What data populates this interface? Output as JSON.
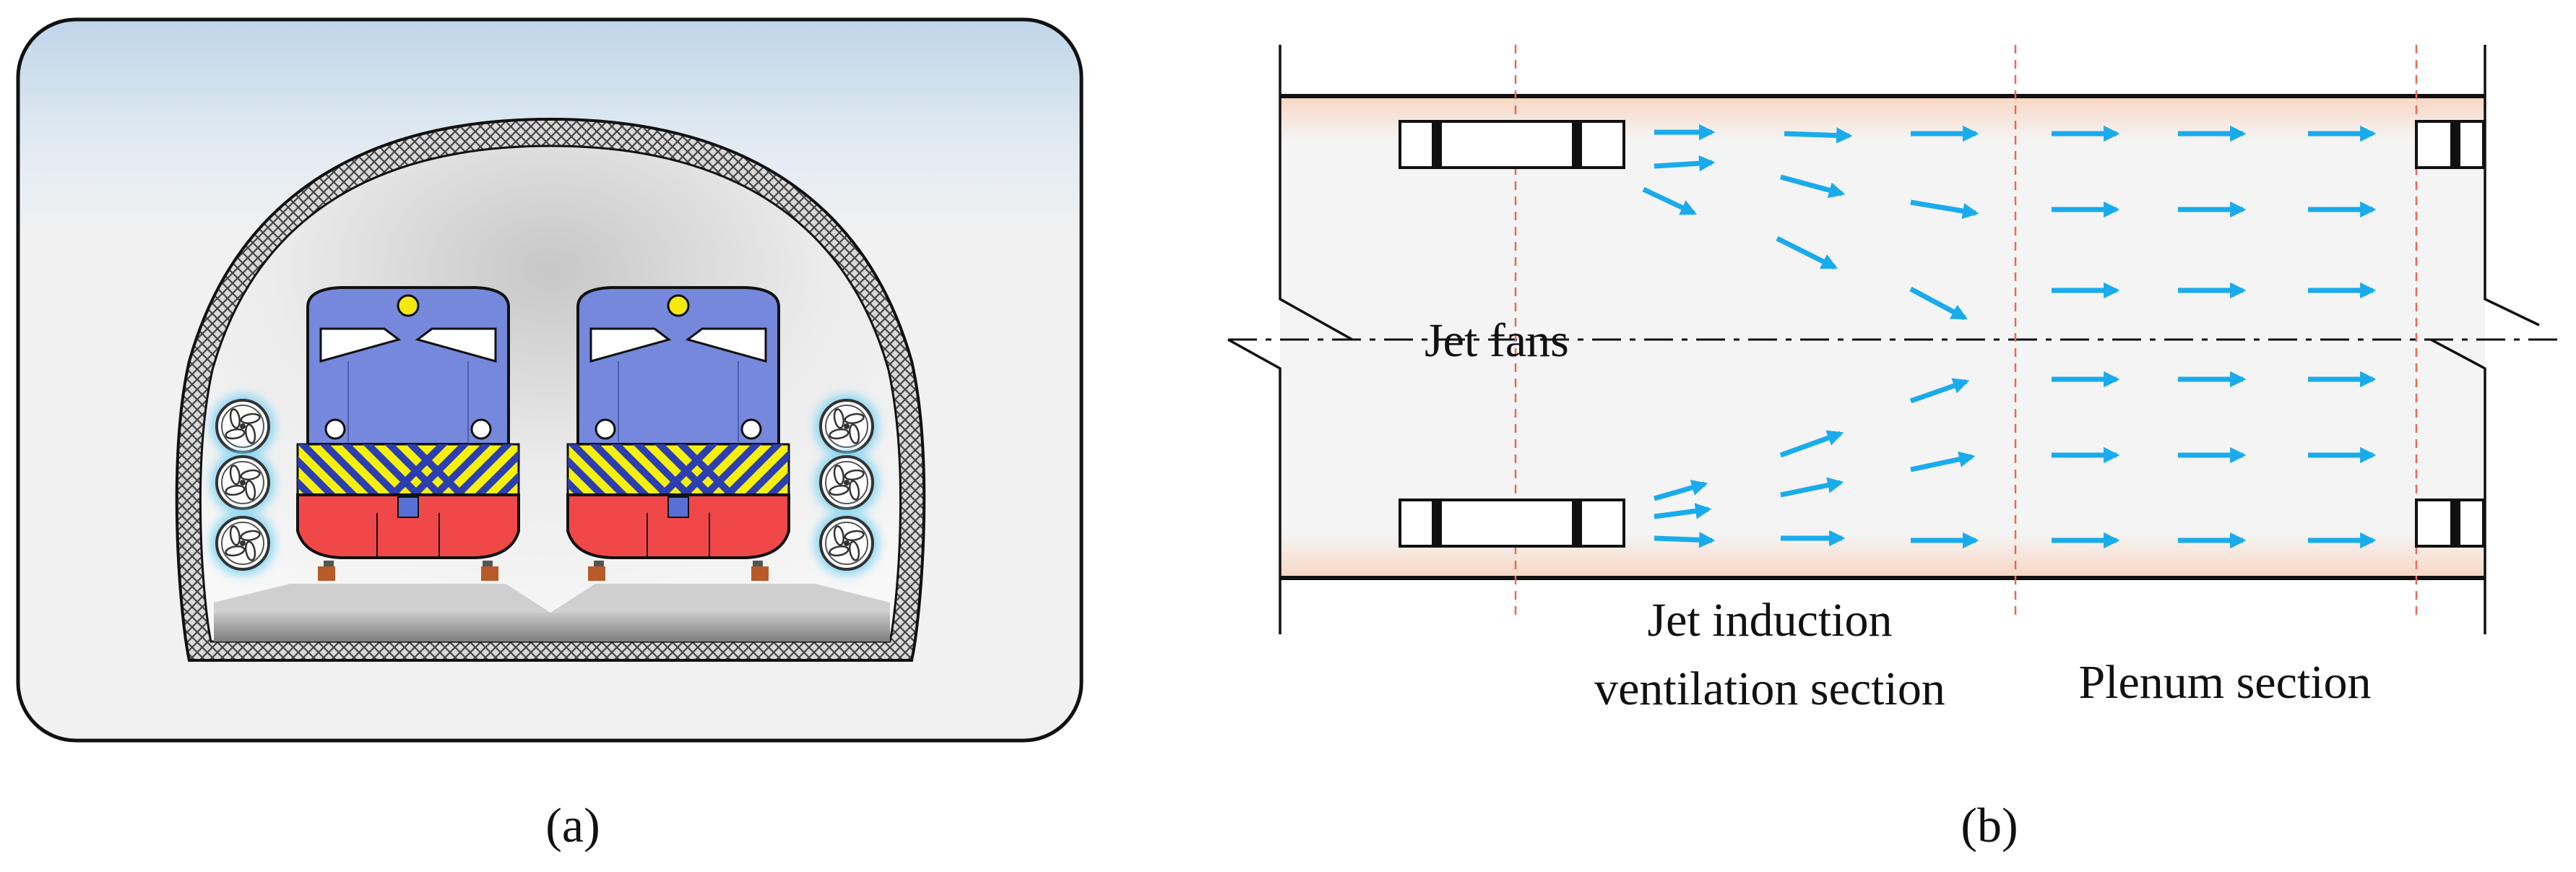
{
  "panel_a": {
    "caption": "(a)"
  },
  "panel_b": {
    "caption": "(b)",
    "labels": {
      "jet_fans": "Jet fans",
      "jet_induction_line1": "Jet induction",
      "jet_induction_line2": "ventilation section",
      "plenum": "Plenum section"
    }
  },
  "colors": {
    "train_body": "#7688db",
    "train_stripe": "#f5f00f",
    "train_bottom": "#f04848",
    "tunnel_lining": "#555555",
    "airflow_arrow": "#1aabec",
    "section_divider": "#e46a5a",
    "duct_warm_band": "#fadccc"
  }
}
